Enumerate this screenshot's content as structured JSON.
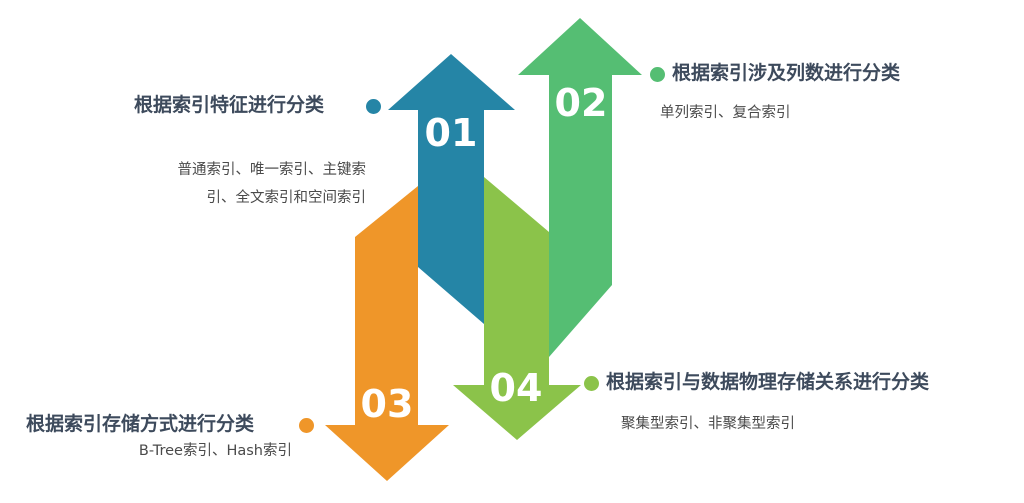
{
  "colors": {
    "c01": "#2585a6",
    "c02": "#55be73",
    "c03": "#ef9629",
    "c04": "#8bc34a",
    "text": "#3d4a5c"
  },
  "items": [
    {
      "num": "01",
      "title": "根据索引特征进行分类",
      "desc_lines": [
        "普通索引、唯一索引、主键索",
        "引、全文索引和空间索引"
      ]
    },
    {
      "num": "02",
      "title": "根据索引涉及列数进行分类",
      "desc_lines": [
        "单列索引、复合索引"
      ]
    },
    {
      "num": "03",
      "title": "根据索引存储方式进行分类",
      "desc_lines": [
        "B-Tree索引、Hash索引"
      ]
    },
    {
      "num": "04",
      "title": "根据索引与数据物理存储关系进行分类",
      "desc_lines": [
        "聚集型索引、非聚集型索引"
      ]
    }
  ]
}
